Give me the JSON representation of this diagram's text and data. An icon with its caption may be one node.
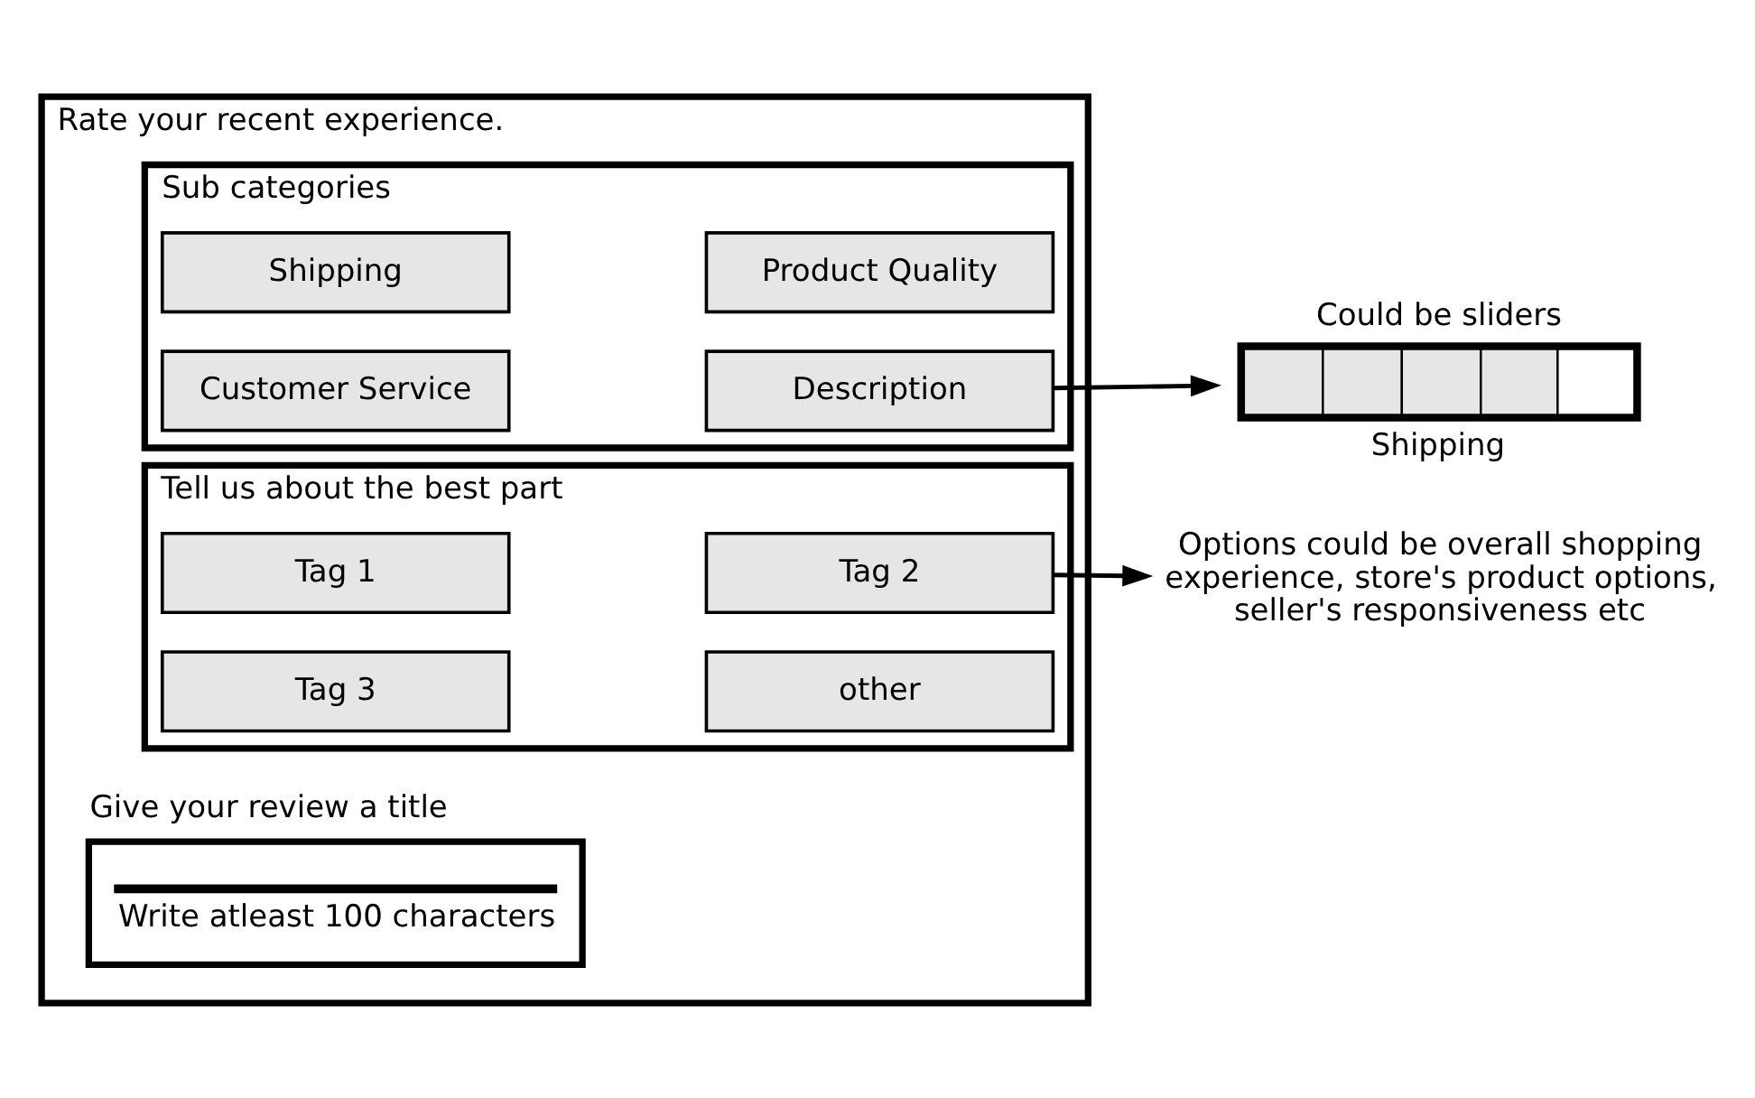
{
  "diagram": {
    "nodes": [
      {
        "text": [
          "Rate your recent experience."
        ]
      },
      {
        "text": [
          "Sub categories"
        ],
        "in": 0
      },
      {
        "text": [
          "Shipping"
        ],
        "in": 1
      },
      {
        "text": [
          "Product Quality"
        ],
        "in": 1
      },
      {
        "text": [
          "Customer Service"
        ],
        "in": 1
      },
      {
        "text": [
          "Description"
        ],
        "in": 1
      },
      {
        "text": [
          "Could be sliders"
        ],
        "beside": [
          "Shipping"
        ]
      },
      {
        "text": [
          "Tell us about the best part"
        ],
        "in": 0
      },
      {
        "text": [
          "Tag 1"
        ],
        "in": 7
      },
      {
        "text": [
          "Tag 2"
        ],
        "in": 7
      },
      {
        "text": [
          "Tag 3"
        ],
        "in": 7
      },
      {
        "text": [
          "other"
        ],
        "in": 7
      },
      {
        "text": [
          "Options could be overall shopping experience, store's product options, seller's responsiveness etc"
        ]
      },
      {
        "text": [
          "Give your review a title",
          "Write atleast 100 characters"
        ],
        "in": 0
      }
    ],
    "edges": [
      {
        "from": 5,
        "to": 6,
        "arrow": "to"
      },
      {
        "from": 9,
        "to": 12,
        "arrow": "to"
      }
    ]
  }
}
